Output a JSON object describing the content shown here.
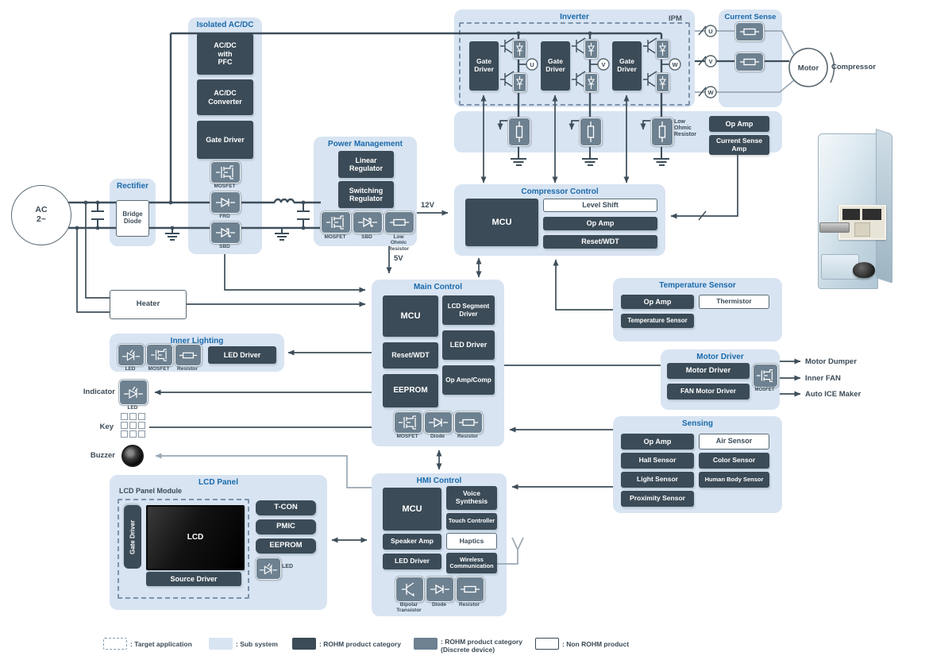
{
  "colors": {
    "panel_blue": "#d8e4f2",
    "dark_block": "#3b4b57",
    "discrete_gray": "#6d8191",
    "title_blue": "#1a6aab",
    "wire_dark": "#3e4e5a",
    "wire_gray": "#9aa8b4"
  },
  "ac_source": {
    "line1": "AC",
    "line2": "2~"
  },
  "rectifier": {
    "title": "Rectifier",
    "bridge_diode": "Bridge\nDiode"
  },
  "isolated_acdc": {
    "title": "Isolated AC/DC",
    "blocks": [
      "AC/DC\nwith\nPFC",
      "AC/DC\nConverter",
      "Gate Driver"
    ],
    "components": [
      "MOSFET",
      "FRD",
      "SBD"
    ]
  },
  "power_mgmt": {
    "title": "Power Management",
    "blocks": [
      "Linear\nRegulator",
      "Switching\nRegulator"
    ],
    "components": [
      "MOSFET",
      "SBD",
      "Low\nOhmic\nResistor"
    ],
    "rail_12v": "12V",
    "rail_5v": "5V"
  },
  "heater": {
    "label": "Heater"
  },
  "inverter": {
    "title": "Inverter",
    "ipm": "IPM",
    "gate_driver": "Gate\nDriver",
    "phases": [
      "U",
      "V",
      "W"
    ]
  },
  "current_sense": {
    "title": "Current Sense",
    "phases": [
      "U",
      "V",
      "W"
    ]
  },
  "motor": {
    "label": "Motor"
  },
  "compressor": {
    "label": "Compressor"
  },
  "shunt_row": {
    "low_ohmic": "Low\nOhmic\nResistor",
    "op_amp": "Op Amp",
    "current_sense_amp": "Current Sense\nAmp"
  },
  "compressor_control": {
    "title": "Compressor Control",
    "mcu": "MCU",
    "level_shift": "Level Shift",
    "op_amp": "Op Amp",
    "reset_wdt": "Reset/WDT"
  },
  "temperature_sensor": {
    "title": "Temperature Sensor",
    "op_amp": "Op Amp",
    "thermistor": "Thermistor",
    "temp_sensor": "Temperature Sensor"
  },
  "main_control": {
    "title": "Main Control",
    "mcu": "MCU",
    "reset_wdt": "Reset/WDT",
    "eeprom": "EEPROM",
    "lcd_segment_driver": "LCD Segment\nDriver",
    "led_driver": "LED Driver",
    "op_amp_comp": "Op Amp/Comp",
    "components": [
      "MOSFET",
      "Diode",
      "Resistor"
    ]
  },
  "motor_driver": {
    "title": "Motor Driver",
    "motor_driver": "Motor Driver",
    "fan_motor_driver": "FAN Motor Driver",
    "mosfet": "MOSFET",
    "outputs": [
      "Motor Dumper",
      "Inner FAN",
      "Auto ICE Maker"
    ]
  },
  "sensing": {
    "title": "Sensing",
    "cells": [
      {
        "label": "Op Amp"
      },
      {
        "label": "Air Sensor"
      },
      {
        "label": "Hall Sensor"
      },
      {
        "label": "Color Sensor"
      },
      {
        "label": "Light Sensor"
      },
      {
        "label": "Human Body Sensor"
      },
      {
        "label": "Proximity Sensor"
      }
    ]
  },
  "hmi": {
    "title": "HMI Control",
    "mcu": "MCU",
    "voice_synthesis": "Voice\nSynthesis",
    "touch_controller": "Touch Controller",
    "haptics": "Haptics",
    "wireless": "Wireless\nCommunication",
    "speaker_amp": "Speaker Amp",
    "led_driver": "LED Driver",
    "components": [
      "Bipolar\nTransistor",
      "Diode",
      "Resistor"
    ]
  },
  "lcd_panel": {
    "title": "LCD Panel",
    "module": "LCD Panel Module",
    "gate_driver": "Gate Driver",
    "lcd": "LCD",
    "source_driver": "Source Driver",
    "t_con": "T-CON",
    "pmic": "PMIC",
    "eeprom": "EEPROM",
    "led": "LED"
  },
  "inner_lighting": {
    "title": "Inner Lighting",
    "components": [
      "LED",
      "MOSFET",
      "Resistor"
    ],
    "led_driver": "LED Driver"
  },
  "peripherals": {
    "indicator": "Indicator",
    "indicator_led": "LED",
    "key": "Key",
    "buzzer": "Buzzer"
  },
  "legend": {
    "items": [
      ": Target application",
      ": Sub system",
      ": ROHM product category",
      ": ROHM product category\n(Discrete device)",
      ": Non ROHM product"
    ]
  }
}
